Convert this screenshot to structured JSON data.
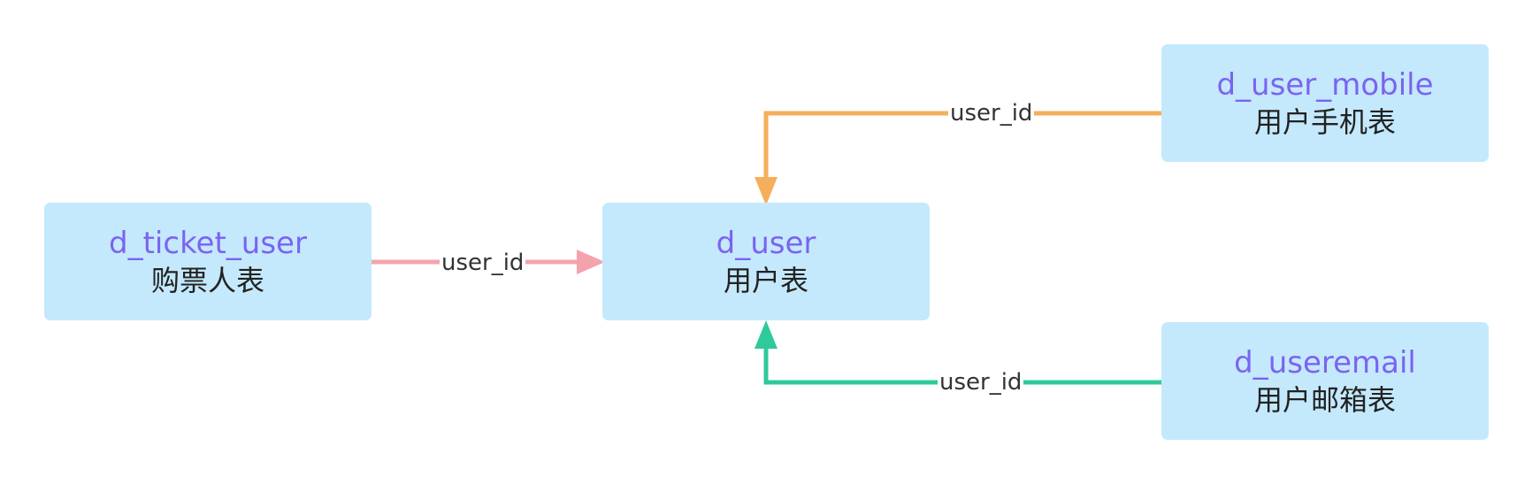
{
  "diagram": {
    "nodes": {
      "ticket_user": {
        "title": "d_ticket_user",
        "subtitle": "购票人表"
      },
      "user": {
        "title": "d_user",
        "subtitle": "用户表"
      },
      "user_mobile": {
        "title": "d_user_mobile",
        "subtitle": "用户手机表"
      },
      "useremail": {
        "title": "d_useremail",
        "subtitle": "用户邮箱表"
      }
    },
    "edges": {
      "ticket_user_to_user": {
        "label": "user_id",
        "color": "#f4a3ad"
      },
      "user_mobile_to_user": {
        "label": "user_id",
        "color": "#f5ae5c"
      },
      "useremail_to_user": {
        "label": "user_id",
        "color": "#2fc99a"
      }
    },
    "node_fill": "#c4e9fc",
    "title_color": "#7b63f2"
  }
}
